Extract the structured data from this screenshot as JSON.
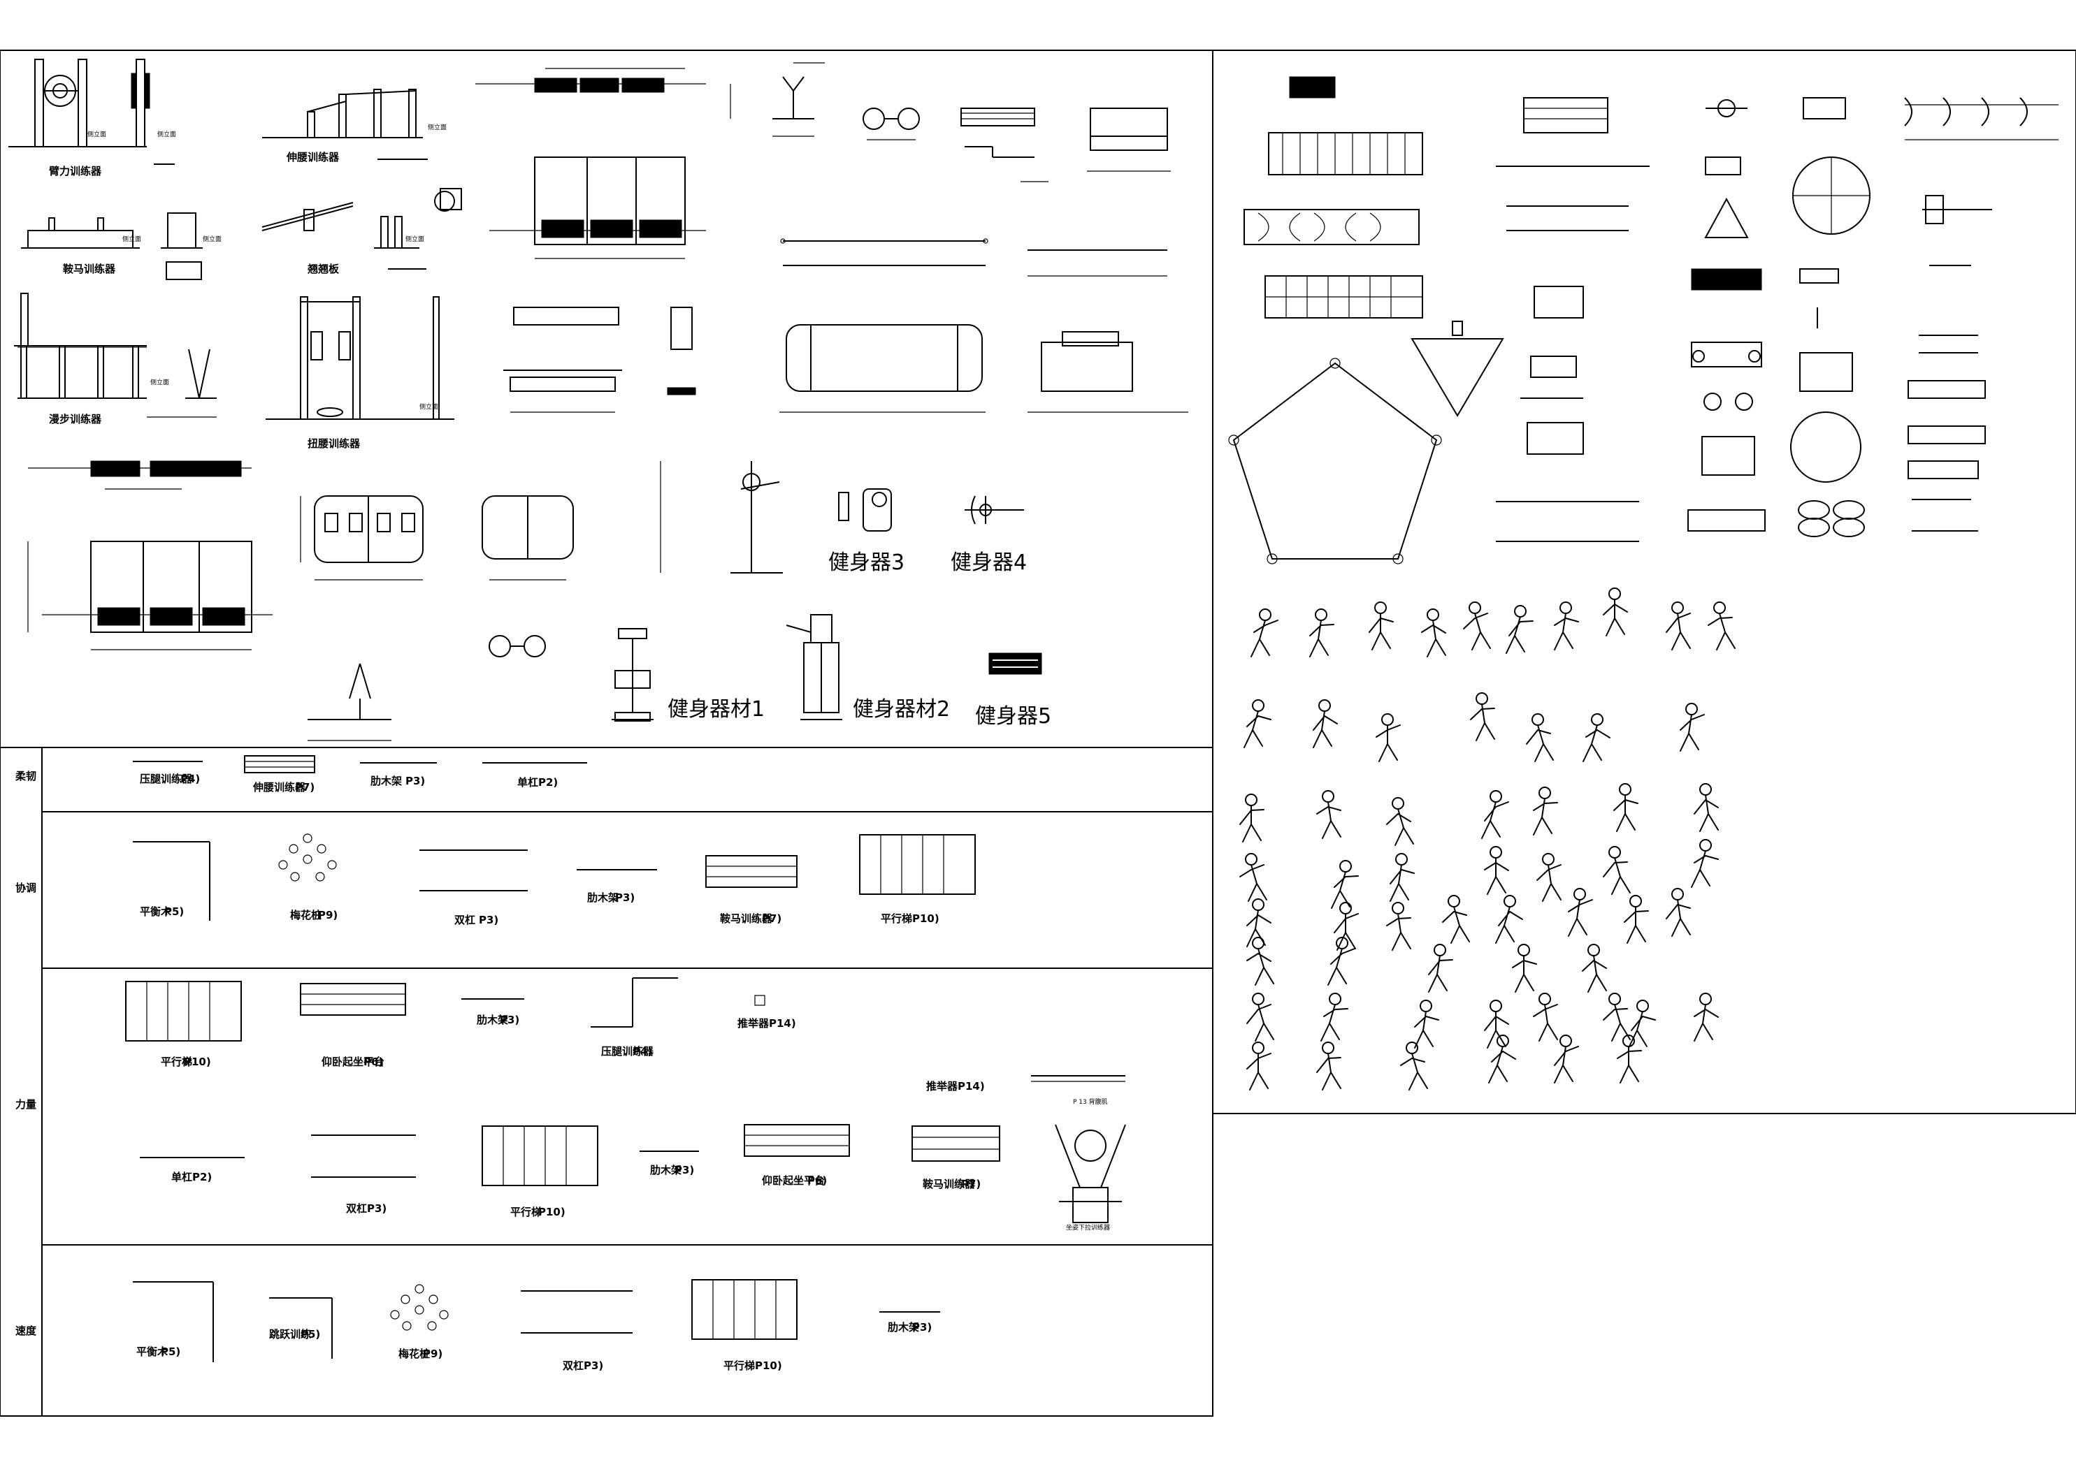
{
  "drawing": {
    "big_labels": {
      "fitness_3": "健身器3",
      "fitness_4": "健身器4",
      "equipment_1": "健身器材1",
      "equipment_2": "健身器材2",
      "fitness_5": "健身器5"
    },
    "elevation_labels": {
      "arm_trainer": "臂力训练器",
      "pommel_horse_trainer": "鞍马训练器",
      "walking_trainer": "漫步训练器",
      "waist_trainer": "伸腰训练器",
      "seesaw": "翘翘板",
      "twist_trainer": "扭腰训练器"
    },
    "table": {
      "rows": [
        {
          "group_label": "柔韧",
          "items": [
            {
              "name": "压腿训练器",
              "code": "P4"
            },
            {
              "name": "伸腰训练器",
              "code": "P7"
            },
            {
              "name": "肋木架",
              "code": "P3"
            },
            {
              "name": "单杠",
              "code": "P2"
            }
          ]
        },
        {
          "group_label": "协调",
          "items": [
            {
              "name": "平衡木",
              "code": "P5"
            },
            {
              "name": "梅花桩",
              "code": "P9"
            },
            {
              "name": "双杠",
              "code": "P3"
            },
            {
              "name": "肋木架",
              "code": "P3"
            },
            {
              "name": "鞍马训练器",
              "code": "P7"
            },
            {
              "name": "平行梯",
              "code": "P10"
            }
          ]
        },
        {
          "group_label": "力量",
          "items": [
            {
              "name": "平行梯",
              "code": "P10"
            },
            {
              "name": "仰卧起坐平台",
              "code": "P6"
            },
            {
              "name": "肋木架",
              "code": "P3"
            },
            {
              "name": "压腿训练器",
              "code": "P4"
            },
            {
              "name": "推举器",
              "code": "P14"
            },
            {
              "name": "推举器",
              "code": "P14"
            },
            {
              "name": "单杠",
              "code": "P2"
            },
            {
              "name": "双杠",
              "code": "P3"
            },
            {
              "name": "平行梯",
              "code": "P10"
            },
            {
              "name": "肋木架",
              "code": "P3"
            },
            {
              "name": "仰卧起坐平台",
              "code": "P6"
            },
            {
              "name": "鞍马训练器",
              "code": "P7"
            }
          ]
        },
        {
          "group_label": "速度",
          "items": [
            {
              "name": "平衡木",
              "code": "P5"
            },
            {
              "name": "跳跃训练",
              "code": "P5"
            },
            {
              "name": "梅花桩",
              "code": "P9"
            },
            {
              "name": "双杠",
              "code": "P3"
            },
            {
              "name": "平行梯",
              "code": "P10"
            },
            {
              "name": "肋木架",
              "code": "P3"
            }
          ]
        }
      ]
    },
    "misc": {
      "p13_label": "P 13 背腹肌",
      "seated_pull_label": "坐姿下拉训练器"
    }
  }
}
